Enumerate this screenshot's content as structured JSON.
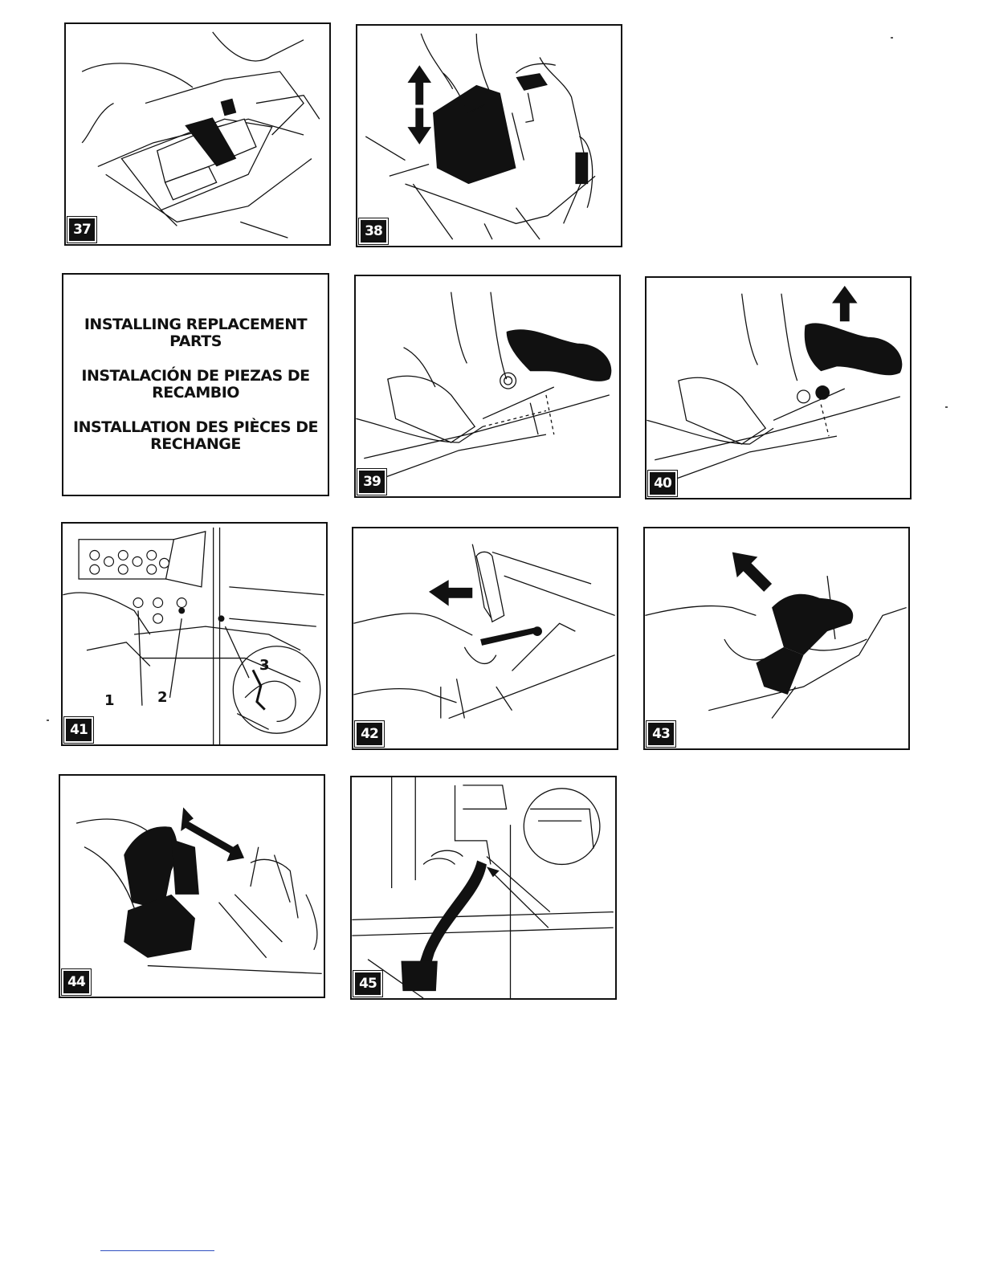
{
  "panels": [
    {
      "step": "37",
      "icon": "battery-compartment-illustration"
    },
    {
      "step": "38",
      "icon": "battery-lift-out-illustration"
    },
    {
      "step": "39",
      "icon": "pedal-connector-illustration"
    },
    {
      "step": "40",
      "icon": "pedal-unplug-illustration"
    },
    {
      "step": "41",
      "icon": "pedal-screws-illustration",
      "callouts": [
        "1",
        "2",
        "3"
      ]
    },
    {
      "step": "42",
      "icon": "shifter-removal-illustration"
    },
    {
      "step": "43",
      "icon": "switch-removal-illustration"
    },
    {
      "step": "44",
      "icon": "switch-wiring-illustration"
    },
    {
      "step": "45",
      "icon": "harness-routing-illustration"
    }
  ],
  "title_box": {
    "english": "INSTALLING REPLACEMENT PARTS",
    "spanish": "INSTALACIÓN DE PIEZAS DE RECAMBIO",
    "french": "INSTALLATION DES PIÈCES DE RECHANGE"
  },
  "colors": {
    "ink": "#111111",
    "paper": "#ffffff"
  }
}
